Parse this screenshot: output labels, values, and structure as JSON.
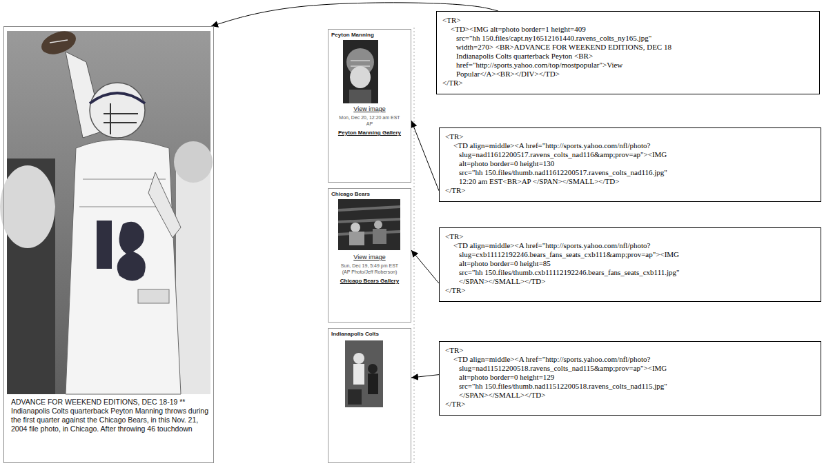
{
  "diagram": {
    "nodes": [
      {
        "text": [
          "ADVANCE FOR WEEKEND EDITIONS, DEC 18-19 ** Indianapolis Colts quarterback Peyton Manning throws during the first quarter against the Chicago Bears, in this Nov. 21, 2004 file photo, in Chicago. After throwing 46 touchdown"
        ]
      },
      {
        "text": [
          "Peyton Manning",
          "View image",
          "Mon, Dec 20, 12:20 am EST",
          "AP",
          "Peyton Manning Gallery"
        ]
      },
      {
        "text": [
          "Chicago Bears",
          "View image",
          "Sun, Dec 19, 5:49 pm EST",
          "(AP Photo/Jeff Roberson)",
          "Chicago Bears Gallery"
        ]
      },
      {
        "text": [
          "Indianapolis Colts"
        ]
      },
      {
        "text": [
          "<TR>",
          "<TD><IMG alt=photo border=1 height=409",
          "src=\"hh 150.files/capt.ny16512161440.ravens_colts_ny165.jpg\"",
          "width=270> <BR>ADVANCE FOR WEEKEND EDITIONS, DEC 18",
          "Indianapolis Colts quarterback Peyton <BR>",
          "href=\"http://sports.yahoo.com/top/mostpopular\">View",
          "Popular</A><BR></DIV></TD>",
          "</TR>"
        ]
      },
      {
        "text": [
          "<TR>",
          "<TD align=middle><A href=\"http://sports.yahoo.com/nfl/photo?",
          "slug=nad11612200517.ravens_colts_nad116&amp;prov=ap\"><IMG",
          "alt=photo border=0 height=130",
          "src=\"hh 150.files/thumb.nad11612200517.ravens_colts_nad116.jpg\"",
          "12:20 am EST<BR>AP </SPAN></SMALL></TD>",
          "</TR>"
        ]
      },
      {
        "text": [
          "<TR>",
          "<TD align=middle><A href=\"http://sports.yahoo.com/nfl/photo?",
          "slug=cxb11112192246.bears_fans_seats_cxb111&amp;prov=ap\"><IMG",
          "alt=photo border=0 height=85",
          "src=\"hh 150.files/thumb.cxb11112192246.bears_fans_seats_cxb111.jpg\"",
          "</SPAN></SMALL></TD>",
          "</TR>"
        ]
      },
      {
        "text": [
          "<TR>",
          "<TD align=middle><A href=\"http://sports.yahoo.com/nfl/photo?",
          "slug=nad11512200518.ravens_colts_nad115&amp;prov=ap\"><IMG",
          "alt=photo border=0 height=129",
          "src=\"hh 150.files/thumb.nad11512200518.ravens_colts_nad115.jpg\"",
          "</SPAN></SMALL></TD>",
          "</TR>"
        ]
      }
    ],
    "edges": [
      {
        "from": 4,
        "to": 0,
        "arrow": "to"
      },
      {
        "from": 5,
        "to": 1,
        "arrow": "to"
      },
      {
        "from": 6,
        "to": 2,
        "arrow": "to"
      },
      {
        "from": 7,
        "to": 3,
        "arrow": "to"
      }
    ]
  }
}
